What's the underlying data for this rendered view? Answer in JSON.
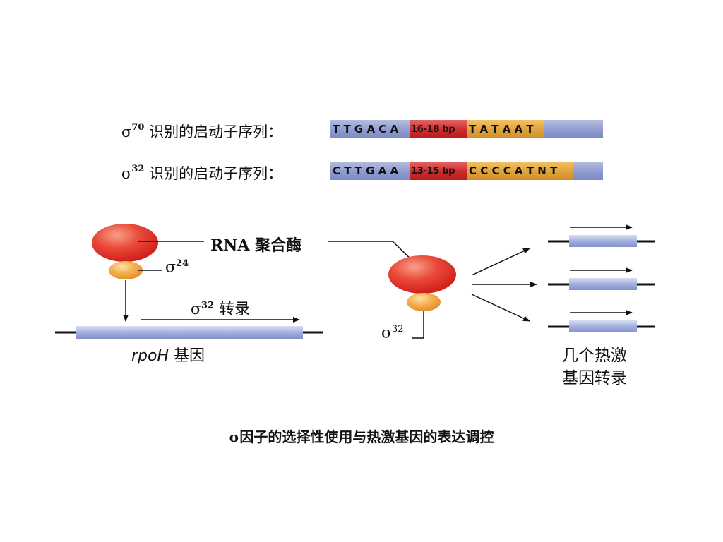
{
  "promoters": [
    {
      "sigma": "σ",
      "sup": "70",
      "label": "识别的启动子序列：",
      "seq_left": "T T G A C A",
      "spacer": "16-18 bp",
      "seq_right": "T A T A A T"
    },
    {
      "sigma": "σ",
      "sup": "32",
      "label": "识别的启动子序列：",
      "seq_left": "C T T G A A",
      "spacer": "13-15 bp",
      "seq_right": "C C C C A T N T"
    }
  ],
  "diagram": {
    "rna_polymerase": "RNA 聚合酶",
    "sigma24": {
      "sigma": "σ",
      "sup": "24"
    },
    "sigma32_transcription": {
      "sigma": "σ",
      "sup": "32",
      "text": "转录"
    },
    "rpoh_gene_italic": "rpoH",
    "rpoh_gene_suffix": "基因",
    "sigma32_right": {
      "sigma": "σ",
      "sup": "32"
    },
    "heat_shock_line1": "几个热激",
    "heat_shock_line2": "基因转录"
  },
  "caption": "σ因子的选择性使用与热激基因的表达调控",
  "colors": {
    "polymerase_red": "#e0302a",
    "sigma_orange": "#f0a032",
    "gene_blue": "#9aa8d8",
    "spacer_red": "#cc2b2b",
    "box_orange": "#dfa23a"
  }
}
